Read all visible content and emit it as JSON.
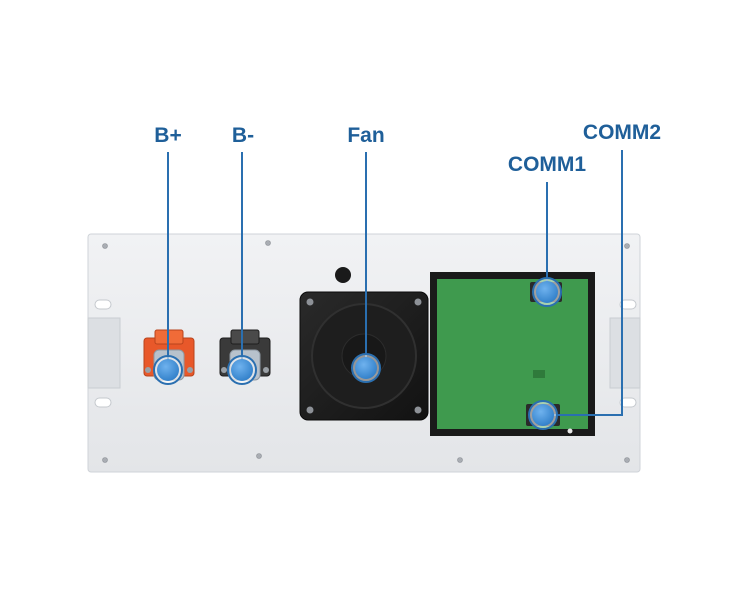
{
  "diagram": {
    "callouts": [
      {
        "id": "b-plus",
        "label": "B+"
      },
      {
        "id": "b-minus",
        "label": "B-"
      },
      {
        "id": "fan",
        "label": "Fan"
      },
      {
        "id": "comm1",
        "label": "COMM1"
      },
      {
        "id": "comm2",
        "label": "COMM2"
      }
    ],
    "colors": {
      "callout_text": "#1f5f99",
      "callout_line": "#2a6fb0",
      "marker_fill": "#3f8fd8",
      "panel": "#ebedf0",
      "positive_terminal": "#e8582a",
      "negative_terminal": "#3a3a3a",
      "fan_body": "#1b1b1b",
      "pcb": "#3f9a4e"
    }
  }
}
